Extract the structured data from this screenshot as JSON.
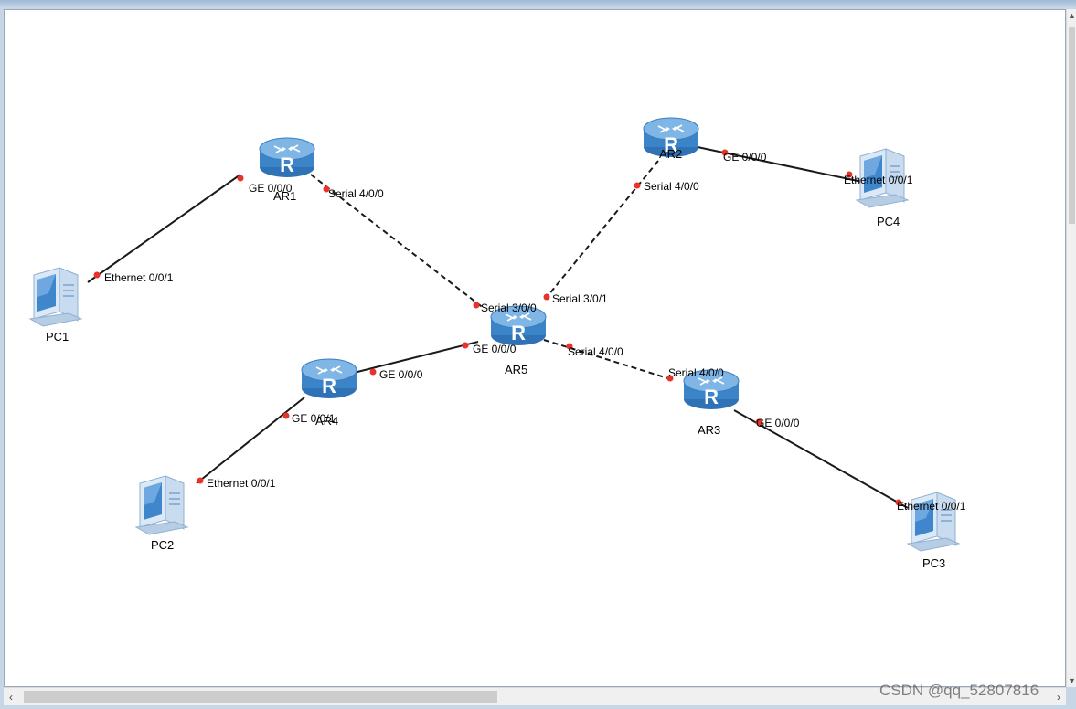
{
  "colors": {
    "link_line": "#1a1a1a",
    "port_dot": "#e8332a",
    "router_body": "#3b84c8",
    "router_top": "#7fb6e6",
    "pc_screen": "#3f86cc",
    "pc_body": "#cfe0f1"
  },
  "devices": {
    "ar1": {
      "name": "AR1",
      "icon": "router-icon"
    },
    "ar2": {
      "name": "AR2",
      "icon": "router-icon"
    },
    "ar3": {
      "name": "AR3",
      "icon": "router-icon"
    },
    "ar4": {
      "name": "AR4",
      "icon": "router-icon"
    },
    "ar5": {
      "name": "AR5",
      "icon": "router-icon"
    },
    "pc1": {
      "name": "PC1",
      "icon": "pc-icon"
    },
    "pc2": {
      "name": "PC2",
      "icon": "pc-icon"
    },
    "pc3": {
      "name": "PC3",
      "icon": "pc-icon"
    },
    "pc4": {
      "name": "PC4",
      "icon": "pc-icon"
    }
  },
  "links": {
    "ar1_pc1": {
      "type": "ethernet",
      "a_port": "GE 0/0/0",
      "b_port": "Ethernet 0/0/1"
    },
    "ar2_pc4": {
      "type": "ethernet",
      "a_port": "GE 0/0/0",
      "b_port": "Ethernet 0/0/1"
    },
    "ar4_pc2": {
      "type": "ethernet",
      "a_port": "GE 0/0/1",
      "b_port": "Ethernet 0/0/1"
    },
    "ar3_pc3": {
      "type": "ethernet",
      "a_port": "GE 0/0/0",
      "b_port": "Ethernet 0/0/1"
    },
    "ar4_ar5": {
      "type": "ethernet",
      "a_port": "GE 0/0/0",
      "b_port": "GE 0/0/0"
    },
    "ar1_ar5": {
      "type": "serial",
      "a_port": "Serial 4/0/0",
      "b_port": "Serial 3/0/0"
    },
    "ar2_ar5": {
      "type": "serial",
      "a_port": "Serial 4/0/0",
      "b_port": "Serial 3/0/1"
    },
    "ar5_ar3": {
      "type": "serial",
      "a_port": "Serial 4/0/0",
      "b_port": "Serial 4/0/0"
    }
  },
  "watermark": "CSDN @qq_52807816",
  "scrollbar": {
    "left_arrow": "‹",
    "right_arrow": "›",
    "up_arrow": "▲",
    "down_arrow": "▼"
  }
}
